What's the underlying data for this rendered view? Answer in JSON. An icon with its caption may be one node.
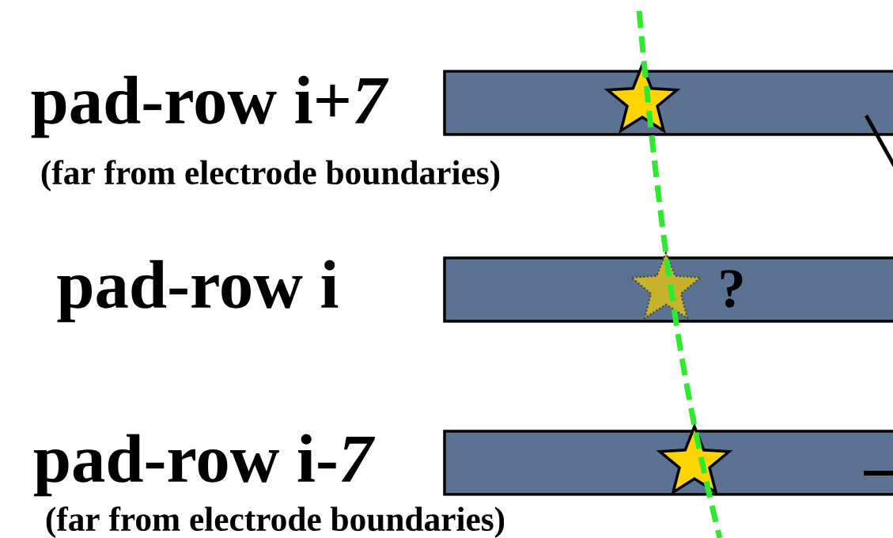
{
  "diagram": {
    "nodes": [
      {
        "text": [
          "pad-row i+*7*",
          "(far from electrode boundaries)"
        ]
      },
      {
        "text": [],
        "shape": "star",
        "in": 0
      },
      {
        "text": [
          "pad-row i"
        ]
      },
      {
        "text": [],
        "shape": "star",
        "in": 2
      },
      {
        "text": [
          "pad-row i-*7*",
          "(far from electrode boundaries)"
        ]
      },
      {
        "text": [],
        "shape": "star",
        "in": 4
      }
    ],
    "labels": [
      "?"
    ]
  }
}
